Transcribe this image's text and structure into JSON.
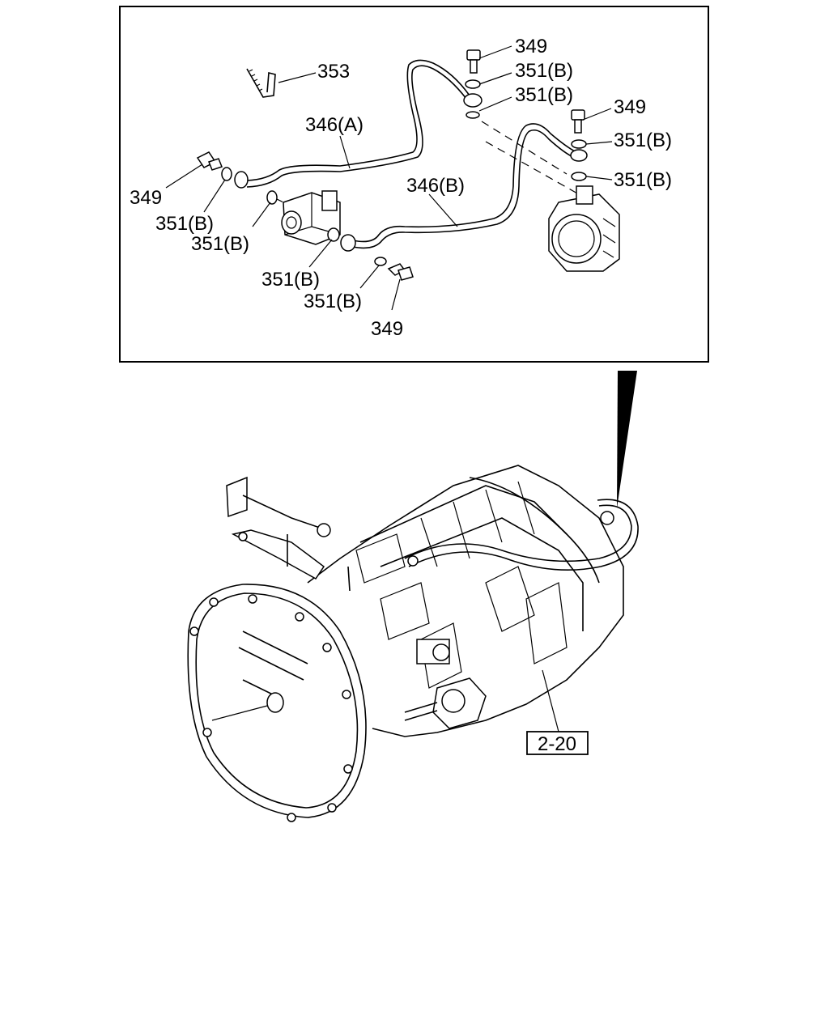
{
  "callouts": {
    "c353": "353",
    "c349_top": "349",
    "c351b_1": "351(B)",
    "c351b_2": "351(B)",
    "c349_right": "349",
    "c351b_3": "351(B)",
    "c351b_4": "351(B)",
    "c346a": "346(A)",
    "c346b": "346(B)",
    "c349_left": "349",
    "c351b_5": "351(B)",
    "c351b_6": "351(B)",
    "c351b_7": "351(B)",
    "c351b_8": "351(B)",
    "c349_bottom": "349",
    "ref_box": "2-20"
  }
}
